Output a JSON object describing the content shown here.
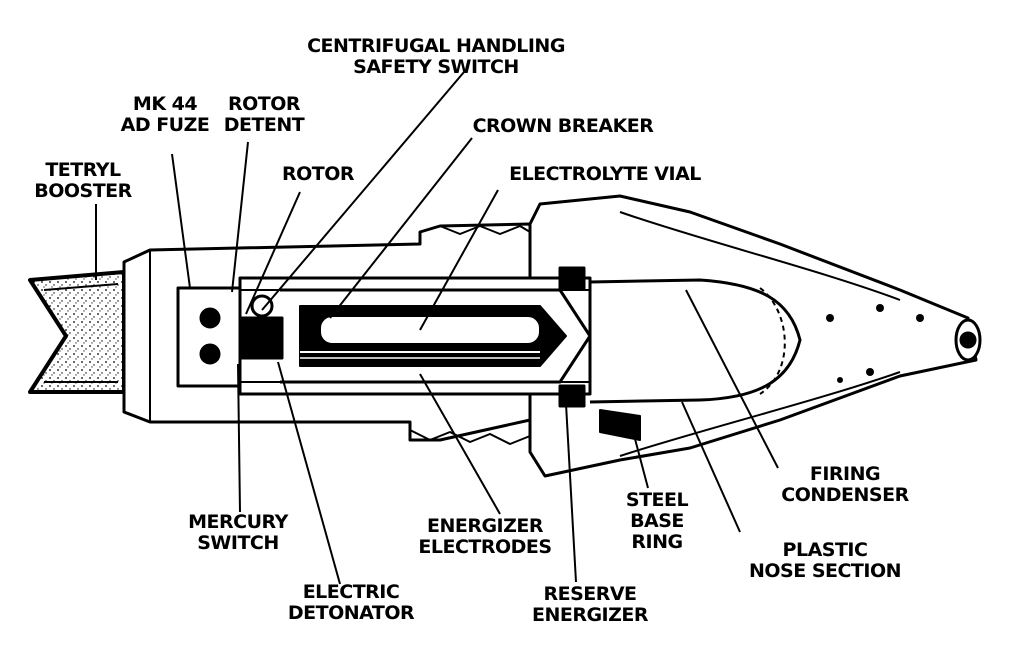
{
  "colors": {
    "ink": "#000000",
    "paper": "#ffffff",
    "stipple": "#d9d9d9"
  },
  "labels": {
    "centrifugal": [
      "CENTRIFUGAL HANDLING",
      "SAFETY SWITCH"
    ],
    "mk44": [
      "MK 44",
      "AD FUZE"
    ],
    "rotor_detent": [
      "ROTOR",
      "DETENT"
    ],
    "crown_breaker": [
      "CROWN BREAKER"
    ],
    "tetryl": [
      "TETRYL",
      "BOOSTER"
    ],
    "rotor": [
      "ROTOR"
    ],
    "electrolyte": [
      "ELECTROLYTE VIAL"
    ],
    "firing_condenser": [
      "FIRING",
      "CONDENSER"
    ],
    "mercury": [
      "MERCURY",
      "SWITCH"
    ],
    "energizer_electrodes": [
      "ENERGIZER",
      "ELECTRODES"
    ],
    "steel_base_ring": [
      "STEEL",
      "BASE",
      "RING"
    ],
    "plastic_nose": [
      "PLASTIC",
      "NOSE SECTION"
    ],
    "electric_detonator": [
      "ELECTRIC",
      "DETONATOR"
    ],
    "reserve_energizer": [
      "RESERVE",
      "ENERGIZER"
    ]
  }
}
